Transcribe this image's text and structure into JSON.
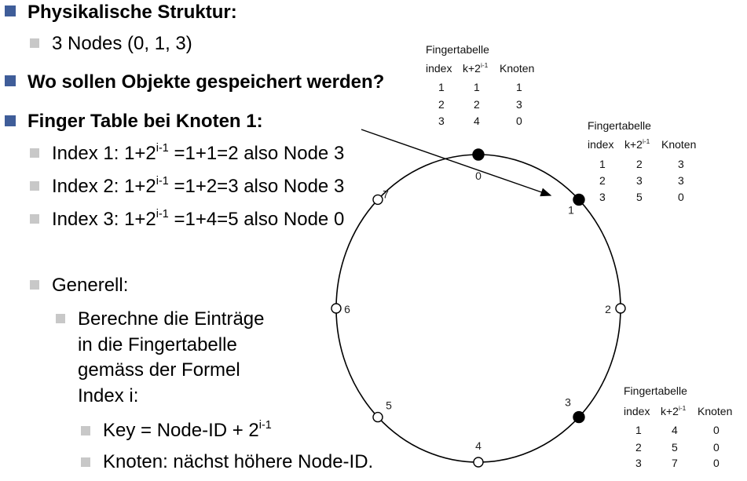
{
  "text": {
    "physical": "Physikalische Struktur:",
    "nodes": "3 Nodes (0, 1, 3)",
    "question": "Wo sollen Objekte gespeichert werden?",
    "finger_heading": "Finger Table bei Knoten 1:",
    "index1": {
      "pre": "Index 1: 1+2",
      "sup": "i-1",
      "post": " =1+1=2 also Node 3"
    },
    "index2": {
      "pre": "Index 2: 1+2",
      "sup": "i-1",
      "post": " =1+2=3 also Node 3"
    },
    "index3": {
      "pre": "Index 3: 1+2",
      "sup": "i-1",
      "post": " =1+4=5 also Node 0"
    },
    "generell": "Generell:",
    "berechne": [
      "Berechne die Einträge",
      "in die Fingertabelle",
      "gemäss der Formel",
      "Index i:"
    ],
    "key": {
      "pre": "Key = Node-ID + 2",
      "sup": "i-1"
    },
    "knoten": "Knoten: nächst höhere Node-ID."
  },
  "finger_tables": {
    "node0": {
      "title": "Fingertabelle",
      "headers": {
        "index": "index",
        "k_pre": "k+2",
        "k_sup": "i-1",
        "knoten": "Knoten"
      },
      "rows": [
        [
          "1",
          "1",
          "1"
        ],
        [
          "2",
          "2",
          "3"
        ],
        [
          "3",
          "4",
          "0"
        ]
      ]
    },
    "node1": {
      "title": "Fingertabelle",
      "headers": {
        "index": "index",
        "k_pre": "k+2",
        "k_sup": "i-1",
        "knoten": "Knoten"
      },
      "rows": [
        [
          "1",
          "2",
          "3"
        ],
        [
          "2",
          "3",
          "3"
        ],
        [
          "3",
          "5",
          "0"
        ]
      ]
    },
    "node3": {
      "title": "Fingertabelle",
      "headers": {
        "index": "index",
        "k_pre": "k+2",
        "k_sup": "i-1",
        "knoten": "Knoten"
      },
      "rows": [
        [
          "1",
          "4",
          "0"
        ],
        [
          "2",
          "5",
          "0"
        ],
        [
          "3",
          "7",
          "0"
        ]
      ]
    }
  },
  "ring": {
    "labels": [
      "0",
      "1",
      "2",
      "3",
      "4",
      "5",
      "6",
      "7"
    ],
    "filled": [
      true,
      true,
      false,
      true,
      false,
      false,
      false,
      false
    ]
  },
  "colors": {
    "bullet_primary": "#3f5d99",
    "bullet_secondary": "#c8c8c8"
  }
}
